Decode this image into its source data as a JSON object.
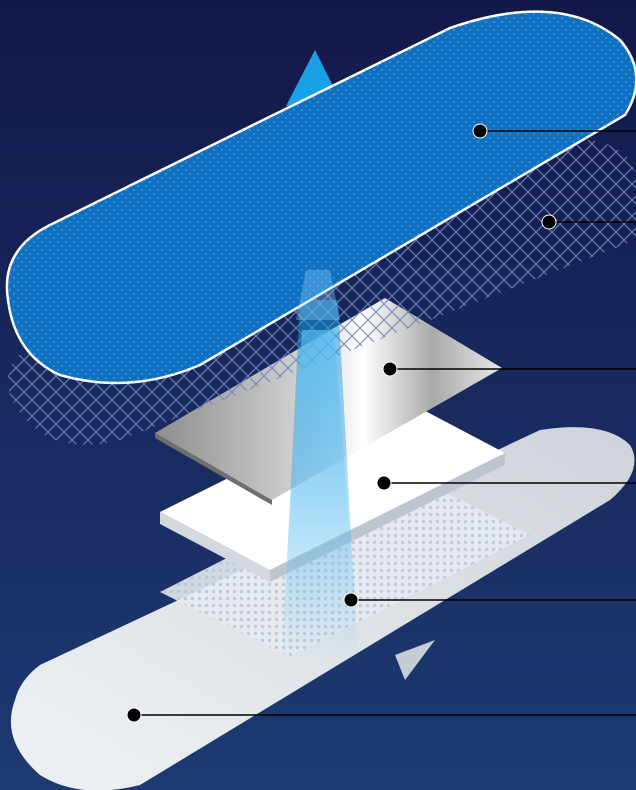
{
  "diagram": {
    "background": {
      "top": "#13184a",
      "bottom": "#1d3a72"
    },
    "colors": {
      "outer_layer": "#0f6fc0",
      "outer_layer_edge": "#ffffff",
      "mesh": "#6f87b8",
      "metal_light": "#f1f1f1",
      "metal_dark": "#8d8d8d",
      "pad": "#ffffff",
      "perforated_film": "#dfe3ea",
      "base_layer": "#e9ecf0",
      "arrow": "#1aa0e6",
      "callout": "#000000"
    },
    "layers": [
      {
        "name": "outer-cover-layer"
      },
      {
        "name": "mesh-layer"
      },
      {
        "name": "metallic-layer"
      },
      {
        "name": "absorbent-pad-layer"
      },
      {
        "name": "perforated-film-layer"
      },
      {
        "name": "adhesive-base-layer"
      }
    ],
    "callout_count": 6
  }
}
